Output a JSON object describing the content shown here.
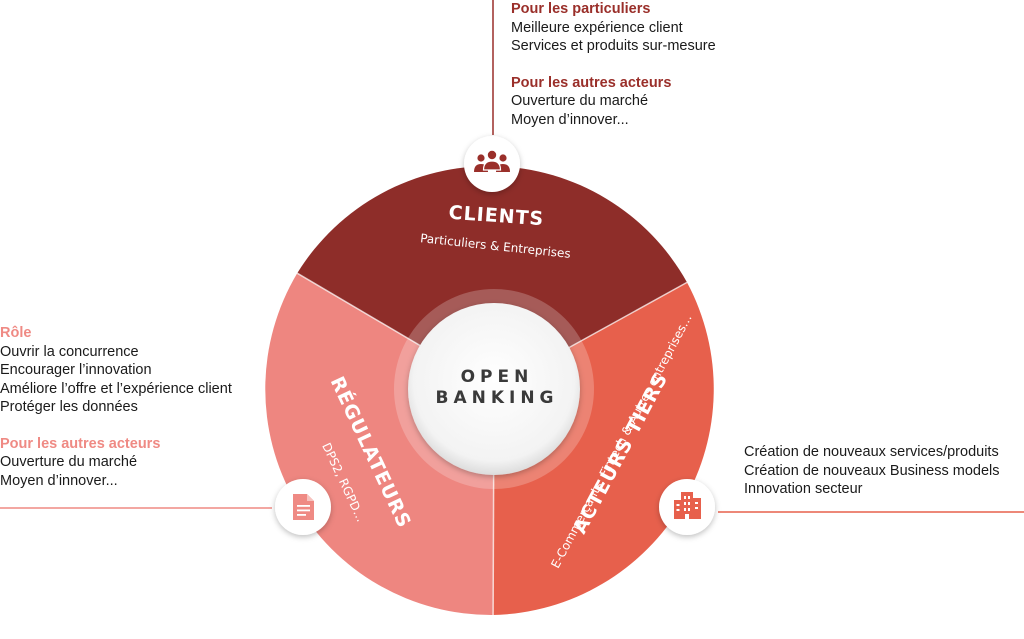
{
  "center": {
    "line1": "OPEN",
    "line2": "BANKING"
  },
  "segments": {
    "clients": {
      "title": "CLIENTS",
      "subtitle": "Particuliers & Entreprises"
    },
    "regulateurs": {
      "title": "RÉGULATEURS",
      "subtitle": "DPS2, RGPD…"
    },
    "acteurs": {
      "title": "ACTEURS TIERS",
      "subtitle": "E-Commerçants, Fintech & Autres entreprises…"
    }
  },
  "top_block": {
    "head1": "Pour les particuliers",
    "lines1": [
      "Meilleure expérience client",
      "Services et produits sur-mesure"
    ],
    "head2": "Pour les autres acteurs",
    "lines2": [
      "Ouverture du marché",
      "Moyen d’innover..."
    ]
  },
  "left_block": {
    "head1": "Rôle",
    "lines1": [
      "Ouvrir la concurrence",
      "Encourager l’innovation",
      "Améliore l’offre et l’expérience client",
      "Protéger les données"
    ],
    "head2": "Pour les autres acteurs",
    "lines2": [
      "Ouverture du marché",
      "Moyen d’innover..."
    ]
  },
  "right_block": {
    "lines": [
      "Création de nouveaux services/produits",
      "Création de nouveaux Business models",
      "Innovation secteur"
    ]
  },
  "icons": [
    "people-icon",
    "document-icon",
    "building-icon"
  ],
  "colors": {
    "clients": "#8e2d29",
    "regulateurs": "#ee8680",
    "acteurs": "#e7604c",
    "head_dark": "#9a2f2a",
    "head_light": "#ef8a84"
  }
}
